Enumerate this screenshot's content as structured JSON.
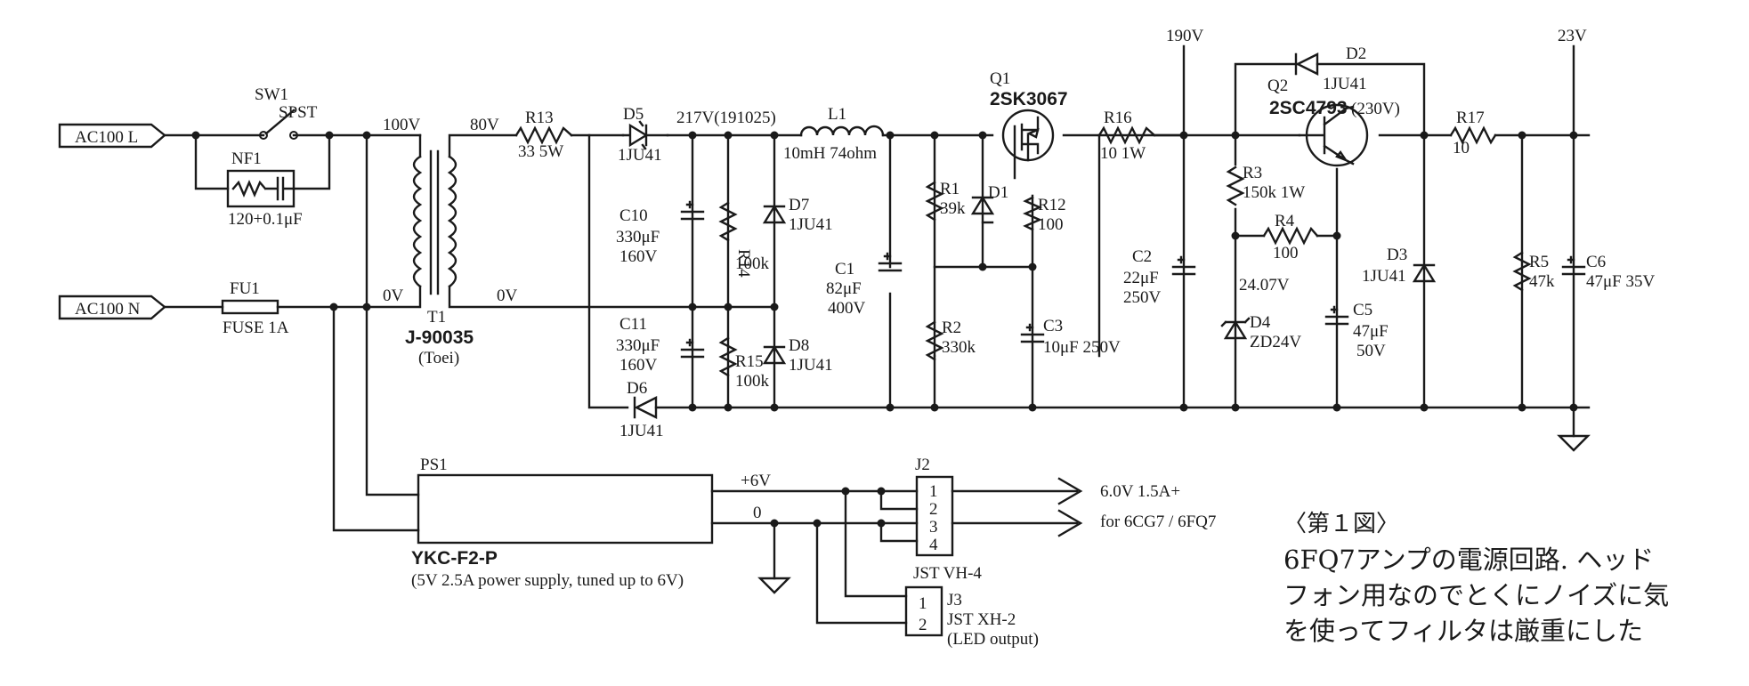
{
  "terminals": {
    "ac_l": "AC100 L",
    "ac_n": "AC100 N"
  },
  "sw1": {
    "ref": "SW1",
    "type": "SPST"
  },
  "nf1": {
    "ref": "NF1",
    "value": "120+0.1μF"
  },
  "fu1": {
    "ref": "FU1",
    "value": "FUSE 1A"
  },
  "t1": {
    "ref": "T1",
    "part": "J-90035",
    "maker": "(Toei)",
    "pri": "100V",
    "pri0": "0V",
    "sec": "80V",
    "sec0": "0V"
  },
  "r13": {
    "ref": "R13",
    "value": "33  5W"
  },
  "d5": {
    "ref": "D5",
    "value": "1JU41"
  },
  "node217": "217V(191025)",
  "c10": {
    "ref": "C10",
    "v1": "330μF",
    "v2": "160V"
  },
  "c11": {
    "ref": "C11",
    "v1": "330μF",
    "v2": "160V"
  },
  "r14": {
    "ref": "R14",
    "value": "100k"
  },
  "r15": {
    "ref": "R15",
    "value": "100k"
  },
  "d7": {
    "ref": "D7",
    "value": "1JU41"
  },
  "d8": {
    "ref": "D8",
    "value": "1JU41"
  },
  "d6": {
    "ref": "D6",
    "value": "1JU41"
  },
  "l1": {
    "ref": "L1",
    "value": "10mH 74ohm"
  },
  "c1": {
    "ref": "C1",
    "v1": "82μF",
    "v2": "400V"
  },
  "r1": {
    "ref": "R1",
    "value": "39k"
  },
  "r2": {
    "ref": "R2",
    "value": "330k"
  },
  "d1": {
    "ref": "D1"
  },
  "q1": {
    "ref": "Q1",
    "part": "2SK3067"
  },
  "r12": {
    "ref": "R12",
    "value": "100"
  },
  "c3": {
    "ref": "C3",
    "value": "10μF 250V"
  },
  "r16": {
    "ref": "R16",
    "value": "10  1W"
  },
  "node190": "190V",
  "c2": {
    "ref": "C2",
    "v1": "22μF",
    "v2": "250V"
  },
  "d2": {
    "ref": "D2",
    "value": "1JU41"
  },
  "q2": {
    "ref": "Q2",
    "part": "2SC4793",
    "note": "(230V)"
  },
  "r3": {
    "ref": "R3",
    "value": "150k 1W"
  },
  "r4": {
    "ref": "R4",
    "value": "100"
  },
  "node2407": "24.07V",
  "d4": {
    "ref": "D4",
    "value": "ZD24V"
  },
  "c5": {
    "ref": "C5",
    "v1": "47μF",
    "v2": "50V"
  },
  "d3": {
    "ref": "D3",
    "value": "1JU41"
  },
  "r17": {
    "ref": "R17",
    "value": "10"
  },
  "node23": "23V",
  "r5": {
    "ref": "R5",
    "value": "47k"
  },
  "c6": {
    "ref": "C6",
    "value": "47μF 35V"
  },
  "ps1": {
    "ref": "PS1",
    "part": "YKC-F2-P",
    "desc": "(5V 2.5A power supply, tuned up to 6V)",
    "plus": "+6V",
    "zero": "0"
  },
  "j2": {
    "ref": "J2",
    "part": "JST VH-4",
    "pins": [
      "1",
      "2",
      "3",
      "4"
    ]
  },
  "j3": {
    "ref": "J3",
    "part": "JST XH-2",
    "note": "(LED output)",
    "pins": [
      "1",
      "2"
    ]
  },
  "out": {
    "line1": "6.0V 1.5A+",
    "line2": "for 6CG7 / 6FQ7"
  },
  "caption": {
    "title": "〈第１図〉",
    "lines": [
      "6FQ7アンプの電源回路. ヘッド",
      "フォン用なのでとくにノイズに気",
      "を使ってフィルタは厳重にした"
    ]
  }
}
